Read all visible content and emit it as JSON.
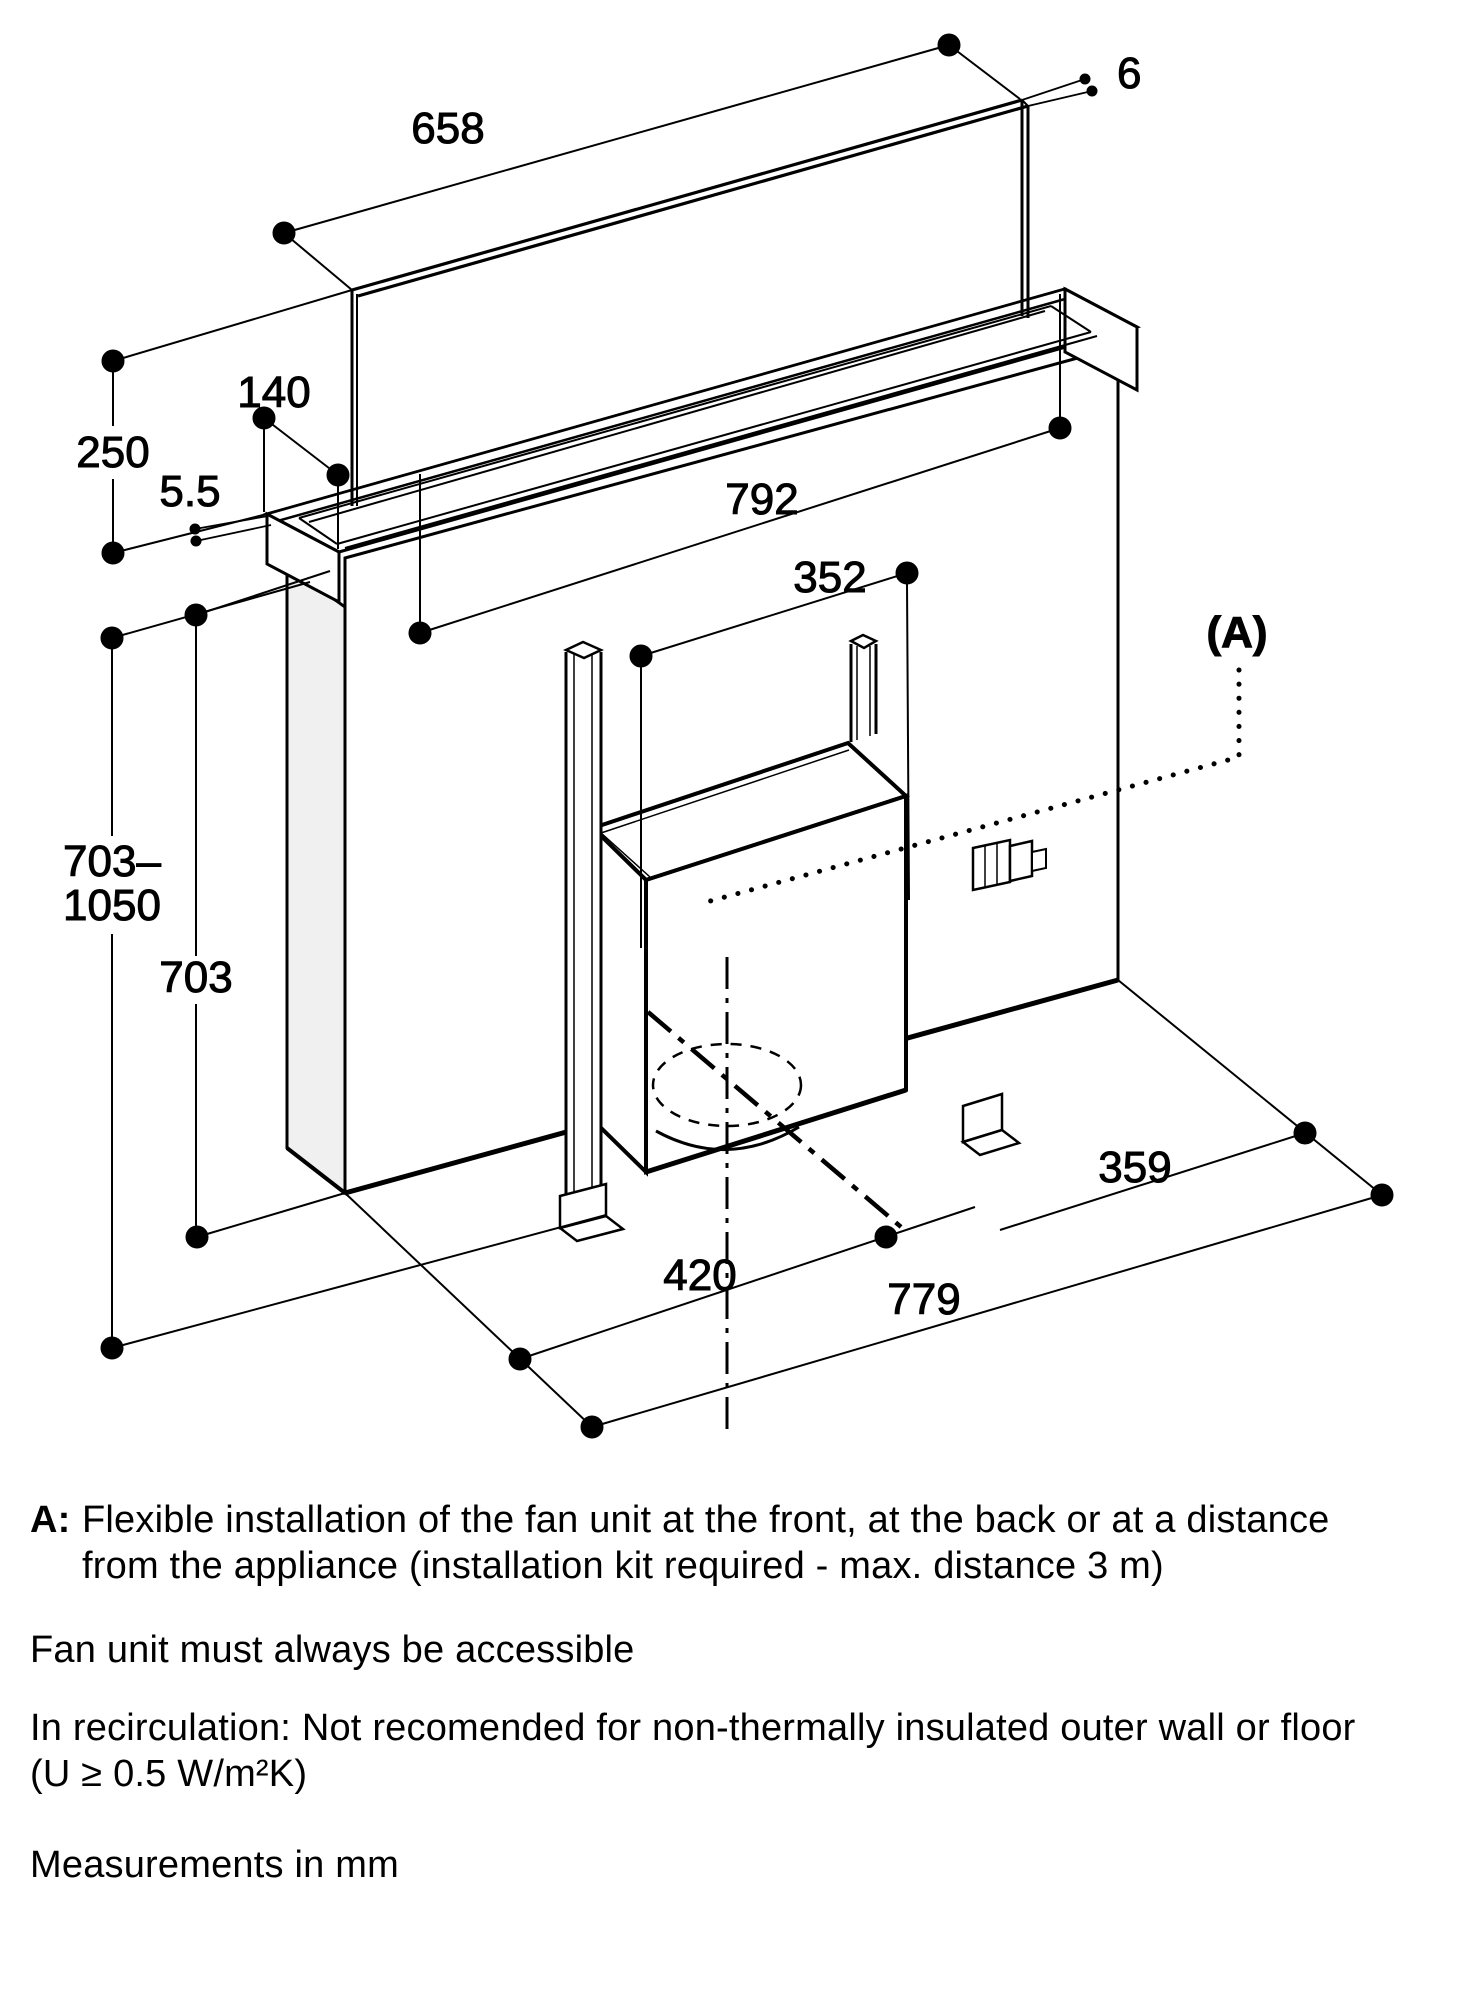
{
  "diagram": {
    "title_hint": "Downdraft appliance installation drawing",
    "dimensions": {
      "d658": "658",
      "d6": "6",
      "d140": "140",
      "d250": "250",
      "d55": "5.5",
      "d792": "792",
      "d352": "352",
      "dA": "(A)",
      "d703_1050_a": "703–",
      "d703_1050_b": "1050",
      "d703": "703",
      "d359": "359",
      "d420": "420",
      "d779": "779"
    }
  },
  "notes": {
    "a_prefix": "A:",
    "a_line1": "Flexible installation of the fan unit at the front, at the back or at a distance",
    "a_line2": "from the appliance (installation kit required - max. distance 3 m)",
    "accessibility": "Fan unit must always be accessible",
    "recirculation_line1": "In recirculation: Not recomended for non-thermally insulated outer wall or floor",
    "recirculation_line2": "(U ≥ 0.5 W/m²K)",
    "units": "Measurements in mm"
  },
  "colors": {
    "line": "#000000",
    "background": "#ffffff",
    "housing_side": "#f0f0f0"
  }
}
